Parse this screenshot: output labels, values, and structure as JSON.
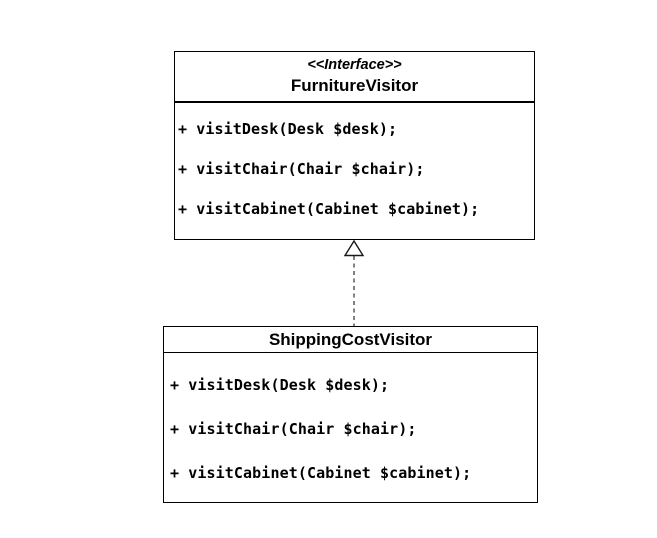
{
  "interface_box": {
    "stereotype": "<<Interface>>",
    "name": "FurnitureVisitor",
    "methods": [
      "+ visitDesk(Desk $desk);",
      "+ visitChair(Chair $chair);",
      "+ visitCabinet(Cabinet $cabinet);"
    ]
  },
  "class_box": {
    "name": "ShippingCostVisitor",
    "methods": [
      "+ visitDesk(Desk $desk);",
      "+ visitChair(Chair $chair);",
      "+ visitCabinet(Cabinet $cabinet);"
    ]
  },
  "relationship": {
    "type": "realization",
    "from": "ShippingCostVisitor",
    "to": "FurnitureVisitor"
  },
  "colors": {
    "background": "#ffffff",
    "line": "#000000",
    "dashed_line": "#4a4a4a",
    "text": "#000000"
  }
}
